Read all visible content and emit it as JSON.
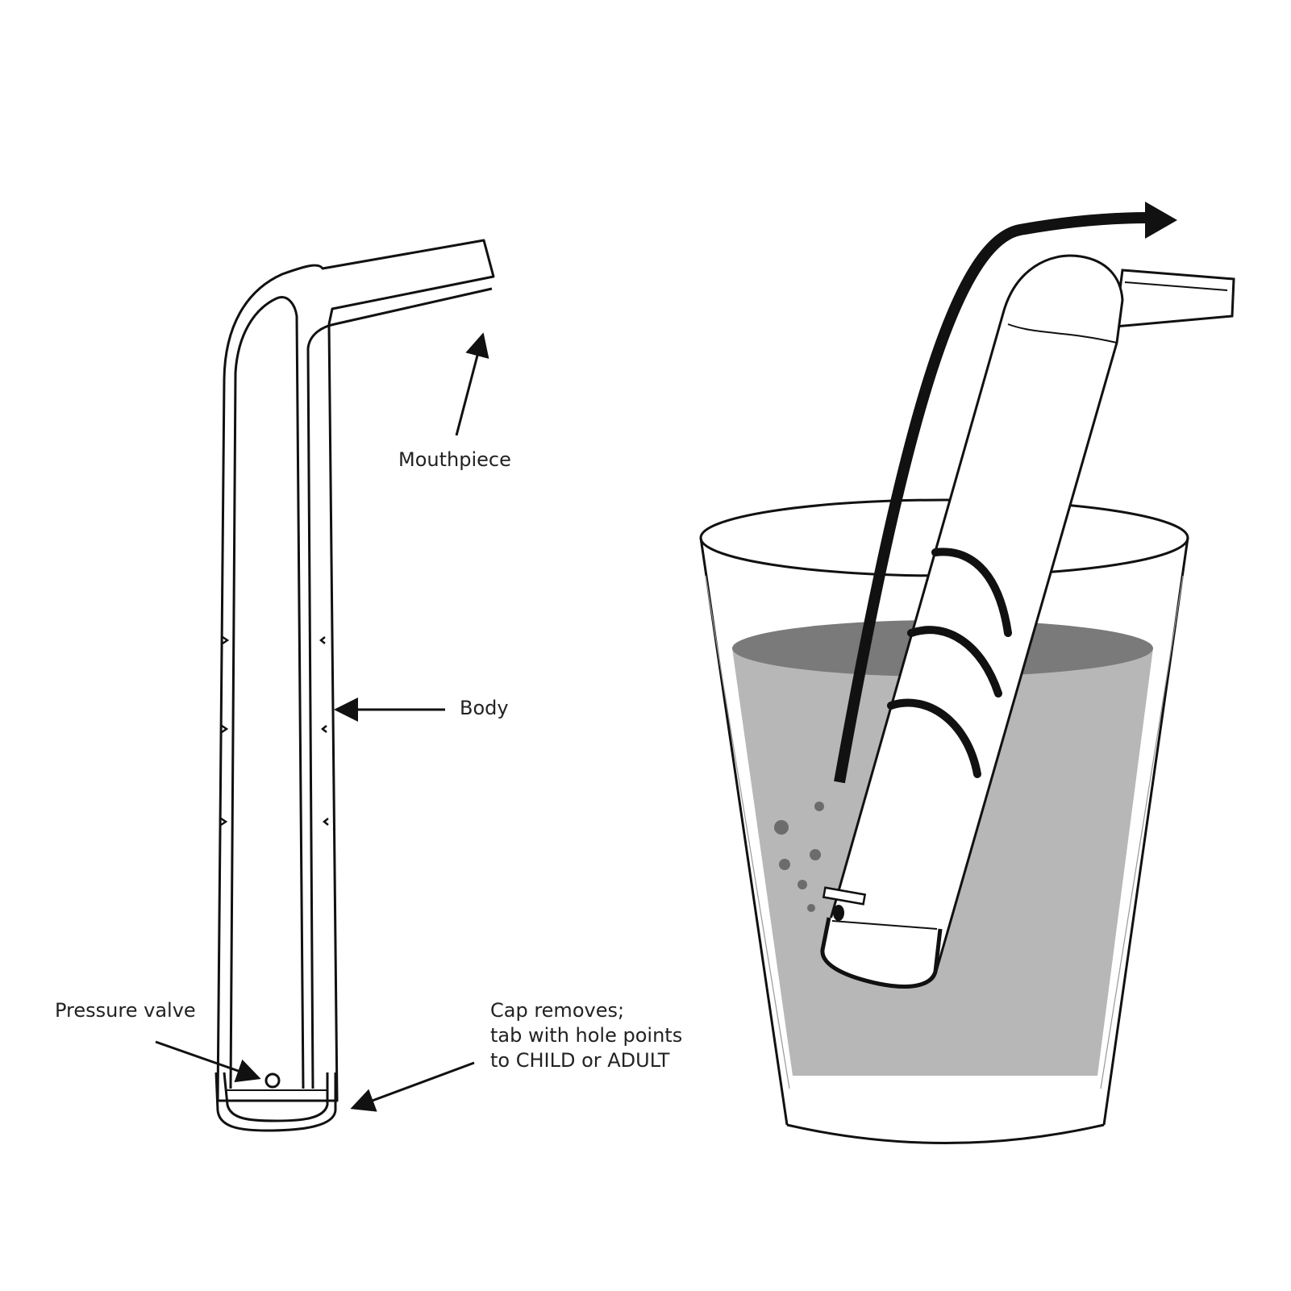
{
  "labels": {
    "mouthpiece": "Mouthpiece",
    "body": "Body",
    "pressure_valve": "Pressure valve",
    "cap_line1": "Cap removes;",
    "cap_line2": "tab with hole points",
    "cap_line3": "to CHILD or ADULT"
  },
  "colors": {
    "background": "#ffffff",
    "outline": "#111111",
    "water_body": "#b7b7b7",
    "water_surface": "#7a7a7a",
    "bubbles": "#6c6c6c",
    "text": "#222222"
  }
}
